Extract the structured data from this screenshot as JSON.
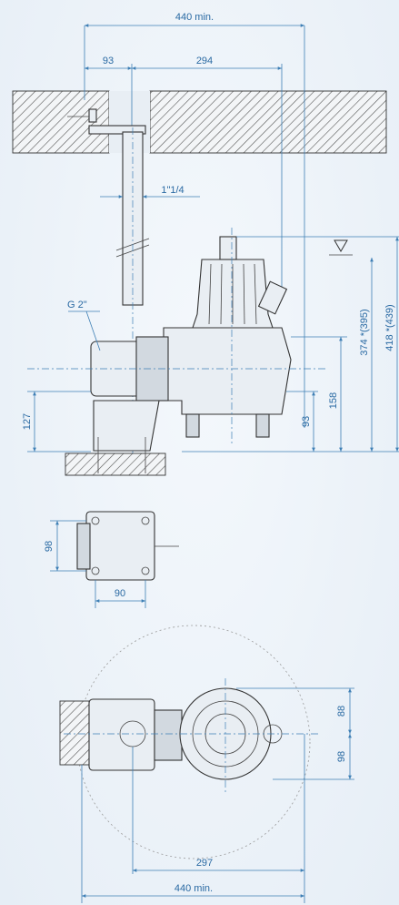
{
  "side_view": {
    "dim_width_total": "440 min.",
    "dim_guide_offset": "93",
    "dim_pipe_to_pump": "294",
    "dim_pipe_size": "1\"1/4",
    "dim_outlet": "G 2\"",
    "dim_height_374": "374 *(395)",
    "dim_height_418": "418 *(439)",
    "dim_height_158": "158",
    "dim_height_93": "93",
    "dim_height_127": "127"
  },
  "foot_view": {
    "dim_foot_height": "98",
    "dim_foot_width": "90"
  },
  "plan_view": {
    "dim_offset_88": "88",
    "dim_offset_98": "98",
    "dim_length_297": "297",
    "dim_width_total": "440 min."
  },
  "colors": {
    "dimension": "#3e7fb5",
    "outline": "#333333",
    "background": "#e6eef6"
  }
}
